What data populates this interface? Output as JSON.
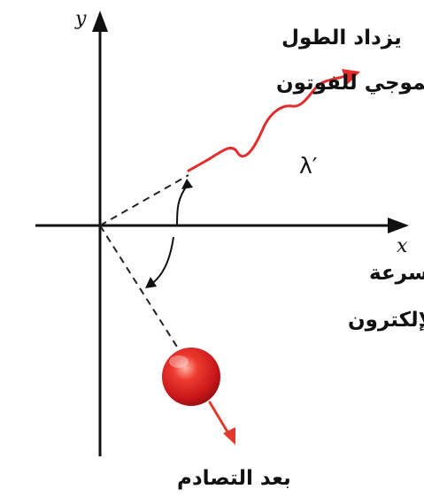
{
  "diagram": {
    "axes": {
      "x_label": "x",
      "y_label": "y"
    },
    "labels": {
      "photon_line1": "يزداد الطول",
      "photon_line2": "الموجي للفوتون",
      "wavelength_symbol": "λ′",
      "electron_line1": "تزداد سرعة",
      "electron_line2": "الإلكترون",
      "caption": "بعد التصادم"
    },
    "colors": {
      "axis": "#111111",
      "photon_wave": "#e62b2b",
      "electron_ball": "#d91f1f",
      "electron_arrow": "#e03a2e",
      "dashed_line": "#222222"
    }
  }
}
